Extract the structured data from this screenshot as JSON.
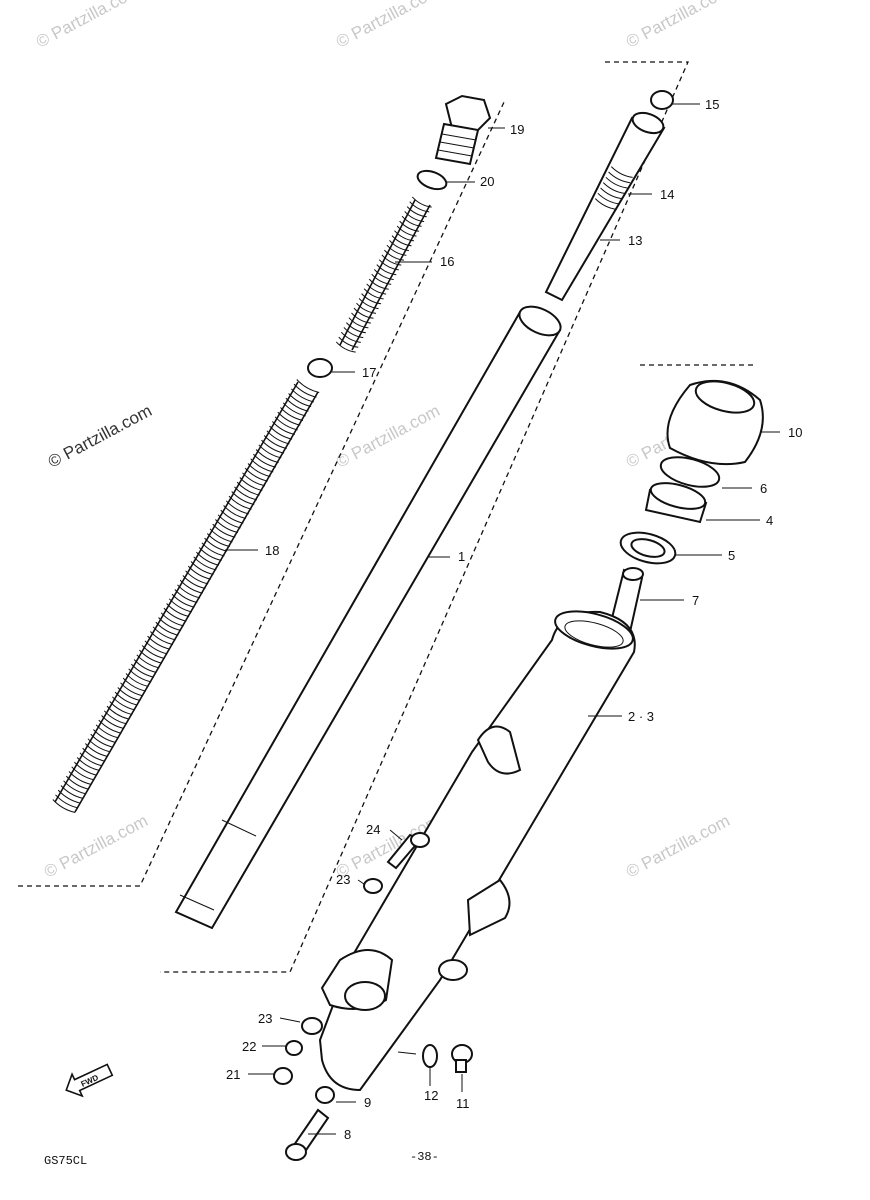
{
  "watermark": "© Partzilla.com",
  "callouts": [
    "15",
    "19",
    "20",
    "14",
    "13",
    "16",
    "17",
    "10",
    "6",
    "4",
    "5",
    "1",
    "18",
    "7",
    "2 · 3",
    "24",
    "23",
    "23",
    "22",
    "21",
    "9",
    "12",
    "11",
    "8"
  ],
  "arrow_label": "FWD",
  "footer": {
    "model": "GS75CL",
    "page": "-38-"
  }
}
